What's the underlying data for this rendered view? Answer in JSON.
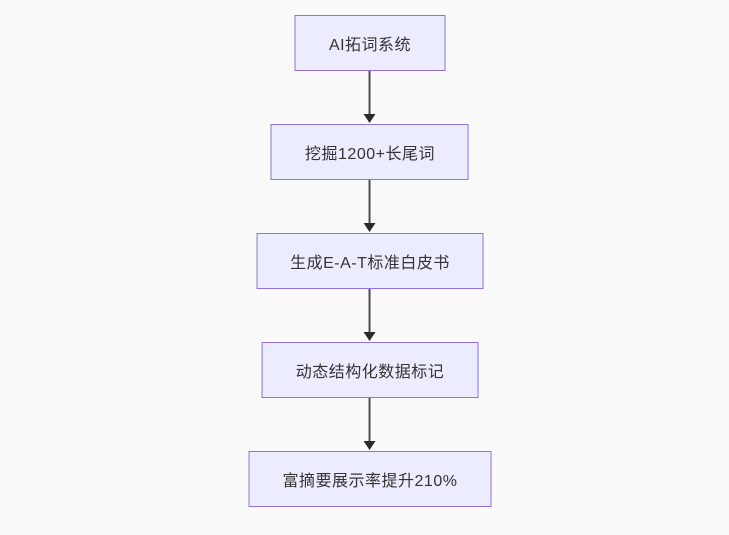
{
  "colors": {
    "background": "#fafafa",
    "node_fill": "#ECECFF",
    "node_border": "#9370DB",
    "text": "#333333",
    "arrow": "#333333"
  },
  "flowchart": {
    "direction": "top-down",
    "nodes": [
      {
        "label": "AI拓词系统"
      },
      {
        "label": "挖掘1200+长尾词"
      },
      {
        "label": "生成E-A-T标准白皮书"
      },
      {
        "label": "动态结构化数据标记"
      },
      {
        "label": "富摘要展示率提升210%"
      }
    ]
  }
}
